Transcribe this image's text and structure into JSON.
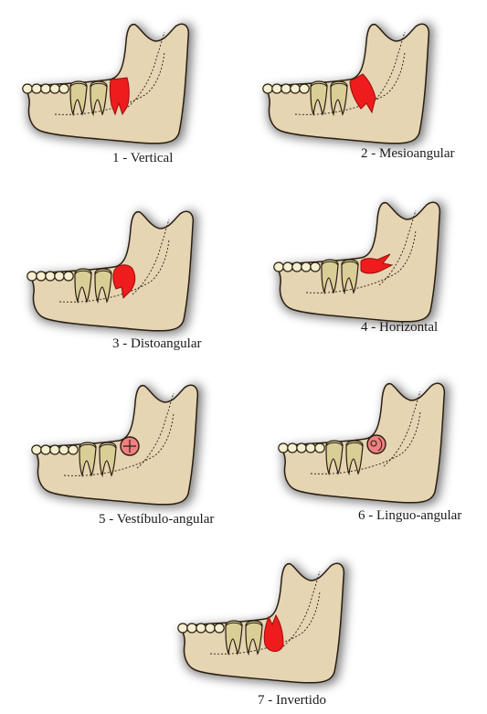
{
  "colors": {
    "bone": "#e6d5b3",
    "bone_outline": "#2a1e12",
    "shadow": "#6b6b6b",
    "tooth": "#f3efcf",
    "tooth_root": "#d9cf96",
    "impacted": "#ee1c1c"
  },
  "panels": [
    {
      "id": "vertical",
      "label": "1 - Vertical"
    },
    {
      "id": "mesioangular",
      "label": "2 - Mesioangular"
    },
    {
      "id": "distoangular",
      "label": "3 - Distoangular"
    },
    {
      "id": "horizontal",
      "label": "4 - Horizontal"
    },
    {
      "id": "vestibulo-angular",
      "label": "5 - Vestíbulo-angular"
    },
    {
      "id": "linguo-angular",
      "label": "6 - Linguo-angular"
    },
    {
      "id": "invertido",
      "label": "7 - Invertido"
    }
  ]
}
